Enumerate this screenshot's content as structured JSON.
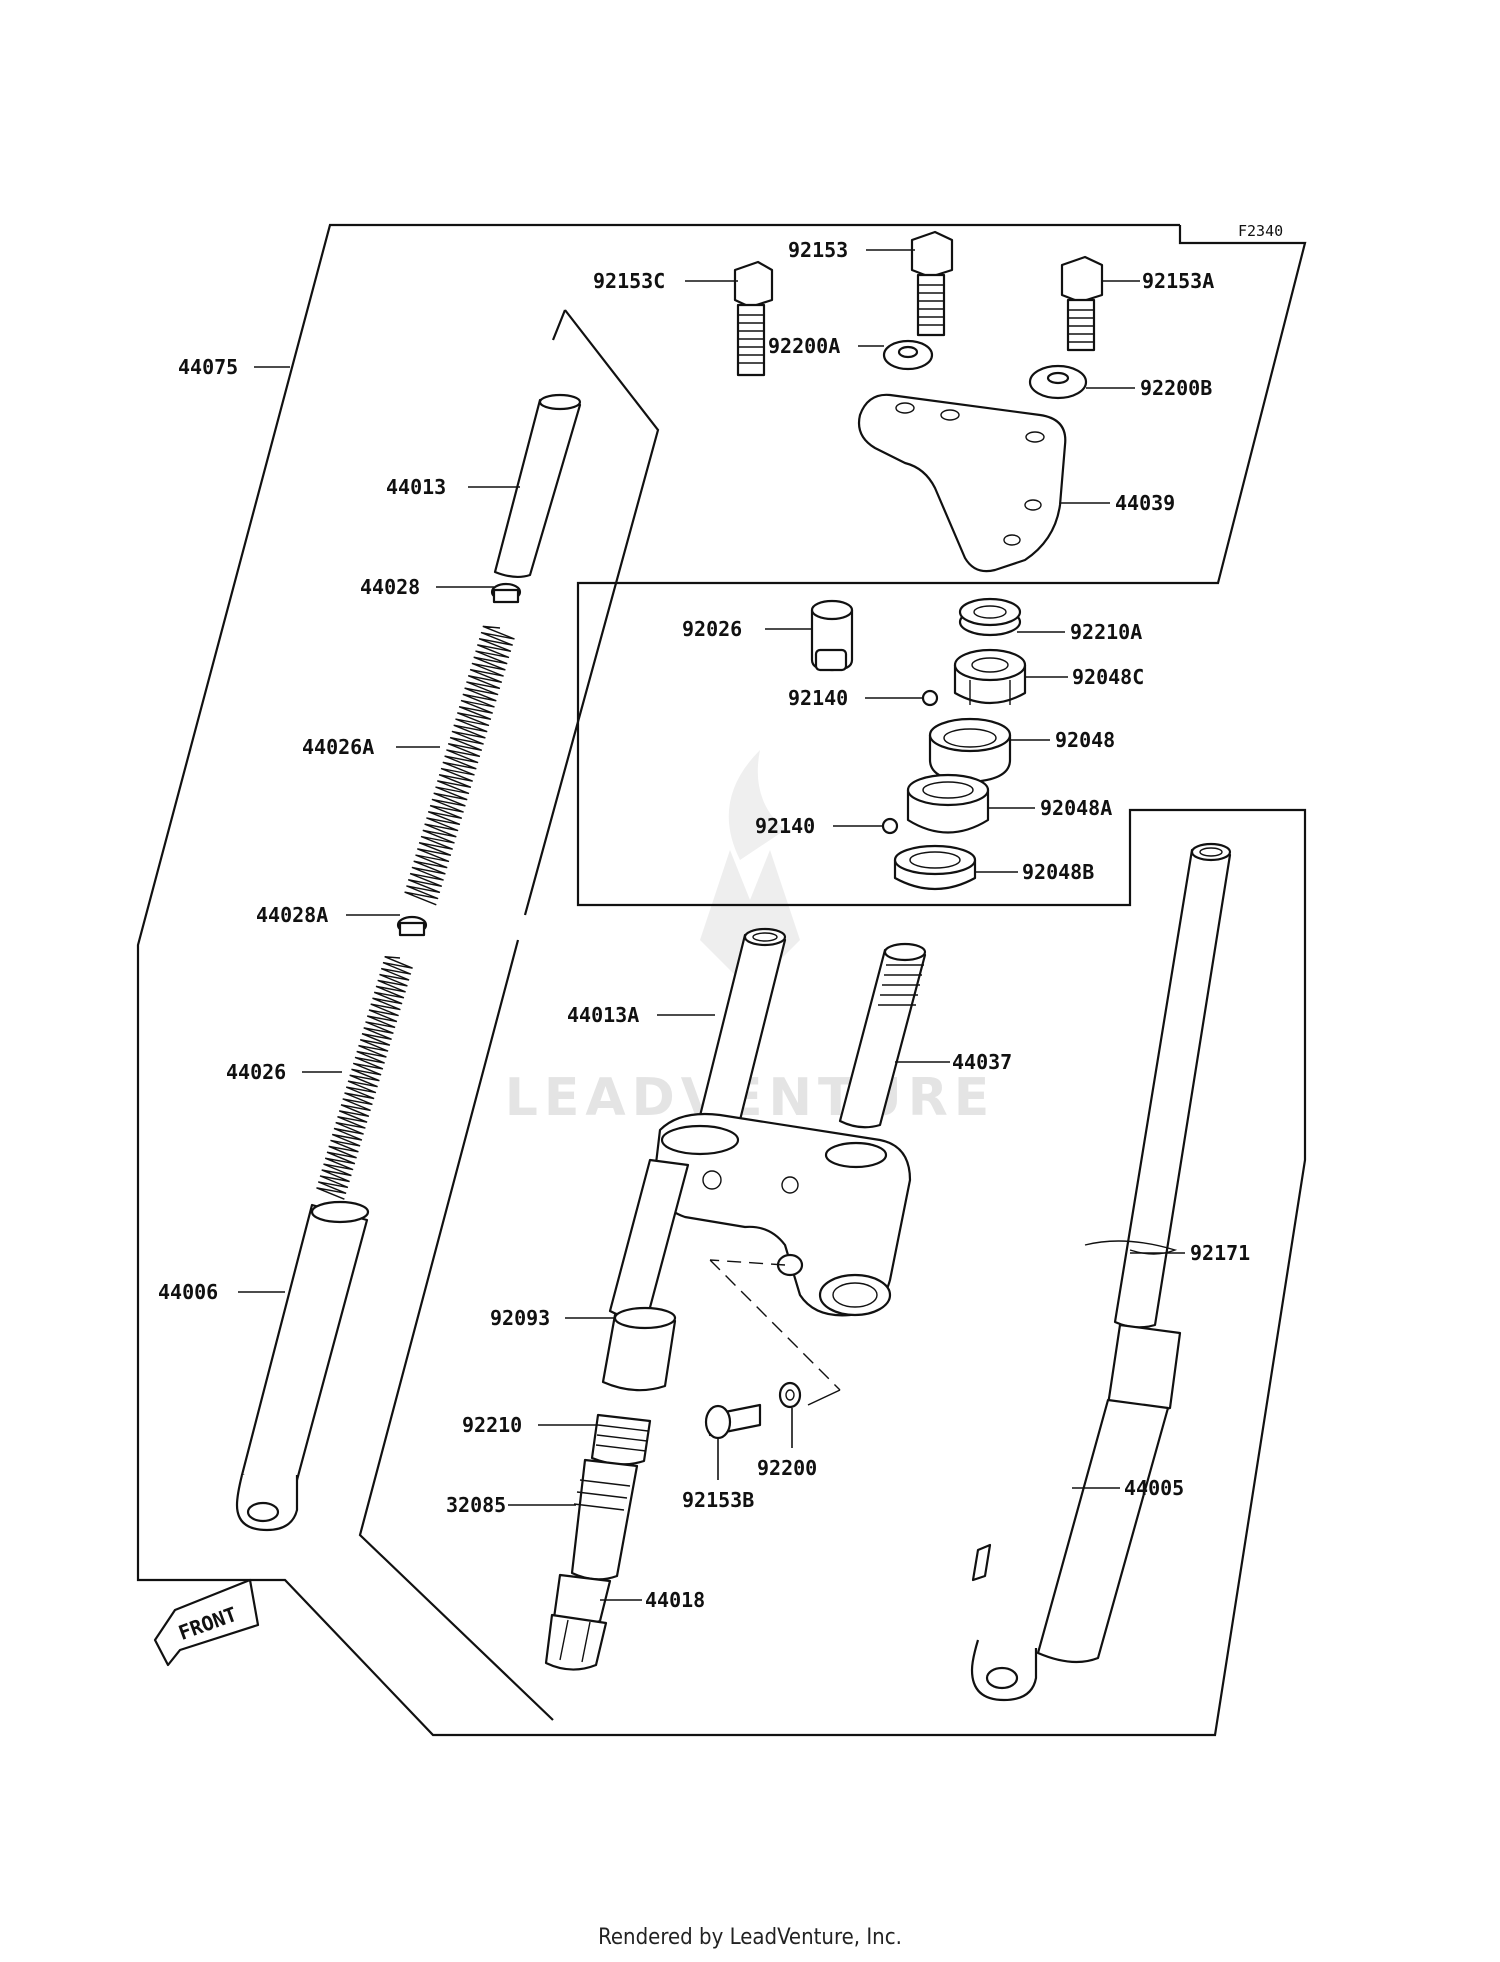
{
  "diagram_code": "F2340",
  "watermark": "LEADVENTURE",
  "front_tag": "FRONT",
  "footer": "Rendered by LeadVenture, Inc.",
  "labels": {
    "p92153C": "92153C",
    "p92153": "92153",
    "p92153A": "92153A",
    "p92200A": "92200A",
    "p92200B": "92200B",
    "p44039": "44039",
    "p44075": "44075",
    "p44013": "44013",
    "p44028": "44028",
    "p44026A": "44026A",
    "p44028A": "44028A",
    "p44026": "44026",
    "p44006": "44006",
    "p92026": "92026",
    "p92140a": "92140",
    "p92210A": "92210A",
    "p92048C": "92048C",
    "p92048": "92048",
    "p92048A": "92048A",
    "p92140b": "92140",
    "p92048B": "92048B",
    "p44013A": "44013A",
    "p44037": "44037",
    "p92171": "92171",
    "p92093": "92093",
    "p92210": "92210",
    "p92200": "92200",
    "p92153B": "92153B",
    "p32085": "32085",
    "p44018": "44018",
    "p44005": "44005"
  }
}
